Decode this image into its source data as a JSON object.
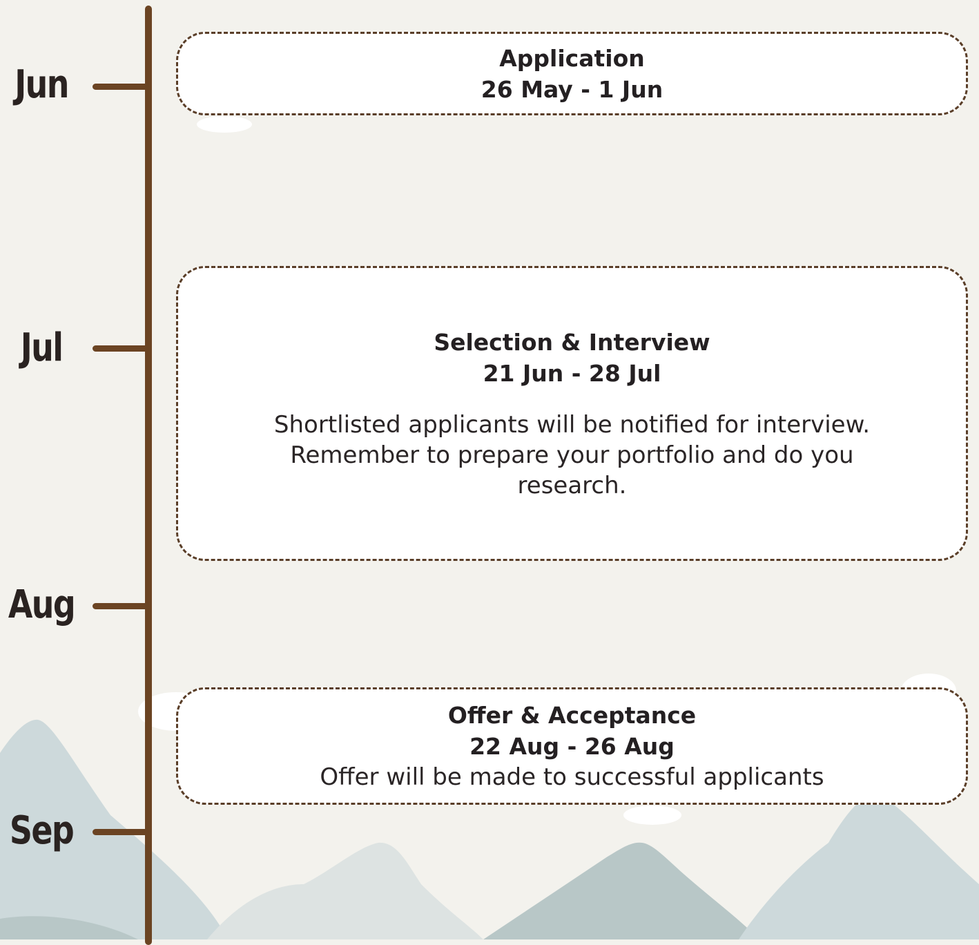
{
  "timeline": {
    "months": [
      "Jun",
      "Jul",
      "Aug",
      "Sep"
    ]
  },
  "events": [
    {
      "title": "Application",
      "date": "26 May - 1 Jun"
    },
    {
      "title": "Selection & Interview",
      "date": "21 Jun - 28 Jul",
      "description": "Shortlisted applicants will be notified for interview. Remember to prepare your portfolio and do you research."
    },
    {
      "title": "Offer & Acceptance",
      "date": "22 Aug - 26 Aug",
      "description": "Offer will be made to successful applicants"
    }
  ],
  "colors": {
    "axis": "#6b4423",
    "box_border": "#5a3e28",
    "background": "#f3f2ed",
    "mountain_light": "#dde3e2",
    "mountain_mid": "#cdd9db",
    "mountain_dark": "#b8c7c7"
  }
}
